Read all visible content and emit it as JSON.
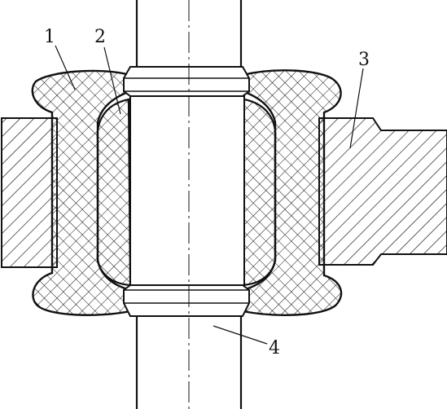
{
  "diagram": {
    "labels": [
      {
        "id": "1",
        "text": "1"
      },
      {
        "id": "2",
        "text": "2"
      },
      {
        "id": "3",
        "text": "3"
      },
      {
        "id": "4",
        "text": "4"
      }
    ]
  }
}
